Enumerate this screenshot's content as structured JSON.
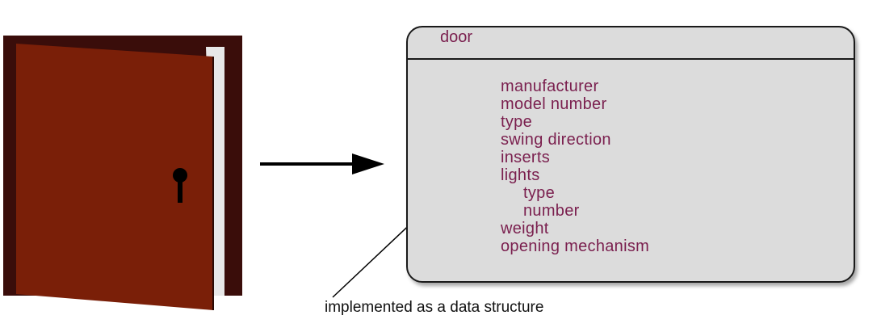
{
  "object": {
    "title": "door",
    "attributes": [
      {
        "label": "manufacturer",
        "indent": 0
      },
      {
        "label": "model number",
        "indent": 0
      },
      {
        "label": "type",
        "indent": 0
      },
      {
        "label": "swing direction",
        "indent": 0
      },
      {
        "label": "inserts",
        "indent": 0
      },
      {
        "label": "lights",
        "indent": 0
      },
      {
        "label": "type",
        "indent": 1
      },
      {
        "label": "number",
        "indent": 1
      },
      {
        "label": "weight",
        "indent": 0
      },
      {
        "label": "opening mechanism",
        "indent": 0
      }
    ]
  },
  "caption": "implemented as a data structure",
  "colors": {
    "door_panel": "#7a1f08",
    "door_frame": "#3a0d0a",
    "door_edge": "#e8e8e8",
    "attribute_text": "#7a1f4e",
    "box_fill": "#dcdcdc"
  }
}
